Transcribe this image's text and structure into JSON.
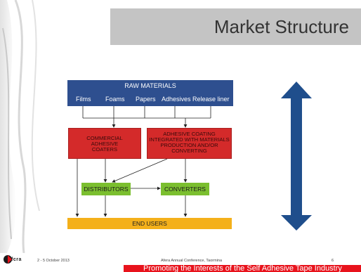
{
  "slide": {
    "title": "Market Structure",
    "raw_materials": {
      "title": "RAW MATERIALS",
      "items": [
        "Films",
        "Foams",
        "Papers",
        "Adhesives",
        "Release liner"
      ]
    },
    "commercial_coaters": "COMMERCIAL ADHESIVE COATERS",
    "integrated_coating": "ADHESIVE COATING INTEGRATED WITH MATERIALS PRODUCTION AND/OR CONVERTING",
    "distributors": "DISTRIBUTORS",
    "converters": "CONVERTERS",
    "end_users": "END USERS",
    "footer": {
      "logo": "fcra",
      "date": "2 - 5 October 2013",
      "conference": "Afera Annual Conference, Taormina",
      "page_number": "6",
      "banner": "Promoting the Interests of the Self Adhesive Tape Industry"
    },
    "colors": {
      "raw_box": "#2e4f8f",
      "red_box": "#d42a2a",
      "green_box": "#7bbf2f",
      "end_box": "#f4b01a",
      "arrow": "#1f4e8c",
      "banner": "#e8131c",
      "title_bar": "#c4c4c4"
    }
  }
}
